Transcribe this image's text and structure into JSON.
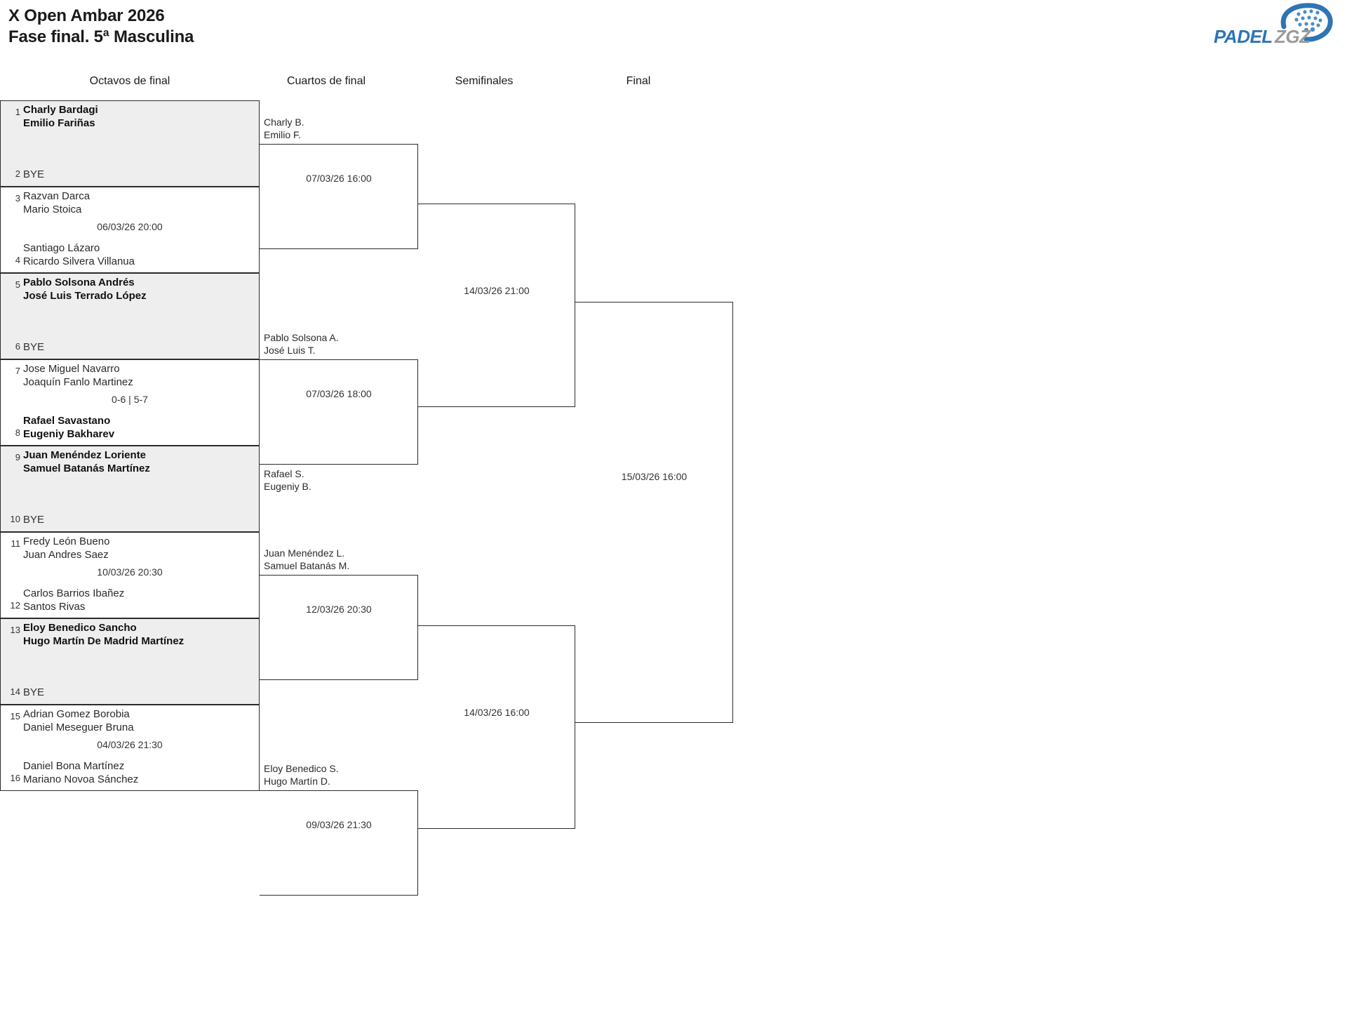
{
  "header": {
    "title_line_1": "X Open Ambar 2026",
    "title_line_2": "Fase final. 5ª Masculina"
  },
  "logo": {
    "text_primary": "PADEL",
    "text_secondary": "ZGZ",
    "color_primary": "#2f74b5",
    "color_secondary": "#9a9a9a",
    "icon_name": "padel-racket-icon"
  },
  "rounds": [
    {
      "id": "octavos",
      "label": "Octavos de final"
    },
    {
      "id": "cuartos",
      "label": "Cuartos de final"
    },
    {
      "id": "semifinales",
      "label": "Semifinales"
    },
    {
      "id": "final",
      "label": "Final"
    }
  ],
  "round1": {
    "slots": [
      {
        "seed": "1",
        "lines": [
          "Charly Bardagi",
          "Emilio Fariñas"
        ],
        "winner": true,
        "bye": false,
        "shaded": true
      },
      {
        "seed": "2",
        "lines": [
          "BYE"
        ],
        "winner": false,
        "bye": true,
        "shaded": true
      },
      {
        "seed": "3",
        "lines": [
          "Razvan Darca",
          "Mario Stoica"
        ],
        "winner": false,
        "bye": false,
        "shaded": false
      },
      {
        "seed": "4",
        "lines": [
          "Santiago Lázaro",
          "Ricardo Silvera Villanua"
        ],
        "winner": false,
        "bye": false,
        "shaded": false
      },
      {
        "seed": "5",
        "lines": [
          "Pablo Solsona Andrés",
          "José Luis Terrado López"
        ],
        "winner": true,
        "bye": false,
        "shaded": true
      },
      {
        "seed": "6",
        "lines": [
          "BYE"
        ],
        "winner": false,
        "bye": true,
        "shaded": true
      },
      {
        "seed": "7",
        "lines": [
          "Jose Miguel Navarro",
          "Joaquín Fanlo Martinez"
        ],
        "winner": false,
        "bye": false,
        "shaded": false
      },
      {
        "seed": "8",
        "lines": [
          "Rafael Savastano",
          "Eugeniy Bakharev"
        ],
        "winner": true,
        "bye": false,
        "shaded": false
      },
      {
        "seed": "9",
        "lines": [
          "Juan Menéndez Loriente",
          "Samuel Batanás Martínez"
        ],
        "winner": true,
        "bye": false,
        "shaded": true
      },
      {
        "seed": "10",
        "lines": [
          "BYE"
        ],
        "winner": false,
        "bye": true,
        "shaded": true
      },
      {
        "seed": "11",
        "lines": [
          "Fredy León Bueno",
          "Juan Andres Saez"
        ],
        "winner": false,
        "bye": false,
        "shaded": false
      },
      {
        "seed": "12",
        "lines": [
          "Carlos Barrios Ibañez",
          "Santos Rivas"
        ],
        "winner": false,
        "bye": false,
        "shaded": false
      },
      {
        "seed": "13",
        "lines": [
          "Eloy Benedico Sancho",
          "Hugo Martín De Madrid Martínez"
        ],
        "winner": true,
        "bye": false,
        "shaded": true
      },
      {
        "seed": "14",
        "lines": [
          "BYE"
        ],
        "winner": false,
        "bye": true,
        "shaded": true
      },
      {
        "seed": "15",
        "lines": [
          "Adrian Gomez Borobia",
          "Daniel Meseguer Bruna"
        ],
        "winner": false,
        "bye": false,
        "shaded": false
      },
      {
        "seed": "16",
        "lines": [
          "Daniel Bona Martínez",
          "Mariano Novoa Sánchez"
        ],
        "winner": false,
        "bye": false,
        "shaded": false
      }
    ],
    "matches": [
      {
        "index": 0,
        "meta": ""
      },
      {
        "index": 1,
        "meta": "06/03/26 20:00"
      },
      {
        "index": 2,
        "meta": ""
      },
      {
        "index": 3,
        "meta": "0-6 | 5-7"
      },
      {
        "index": 4,
        "meta": ""
      },
      {
        "index": 5,
        "meta": "10/03/26 20:30"
      },
      {
        "index": 6,
        "meta": ""
      },
      {
        "index": 7,
        "meta": "04/03/26 21:30"
      }
    ]
  },
  "round2": {
    "matches": [
      {
        "meta": "07/03/26 16:00",
        "top_lines": [
          "Charly B.",
          "Emilio F."
        ],
        "bottom_lines": []
      },
      {
        "meta": "07/03/26 18:00",
        "top_lines": [
          "Pablo Solsona A.",
          "José Luis T."
        ],
        "bottom_lines": [
          "Rafael S.",
          "Eugeniy B."
        ]
      },
      {
        "meta": "12/03/26 20:30",
        "top_lines": [
          "Juan Menéndez L.",
          "Samuel Batanás M."
        ],
        "bottom_lines": []
      },
      {
        "meta": "09/03/26 21:30",
        "top_lines": [
          "Eloy Benedico S.",
          "Hugo Martín D."
        ],
        "bottom_lines": []
      }
    ]
  },
  "round3": {
    "matches": [
      {
        "meta": "14/03/26 21:00",
        "top_lines": [],
        "bottom_lines": []
      },
      {
        "meta": "14/03/26 16:00",
        "top_lines": [],
        "bottom_lines": []
      }
    ]
  },
  "round4": {
    "matches": [
      {
        "meta": "15/03/26 16:00",
        "top_lines": [],
        "bottom_lines": []
      }
    ]
  }
}
